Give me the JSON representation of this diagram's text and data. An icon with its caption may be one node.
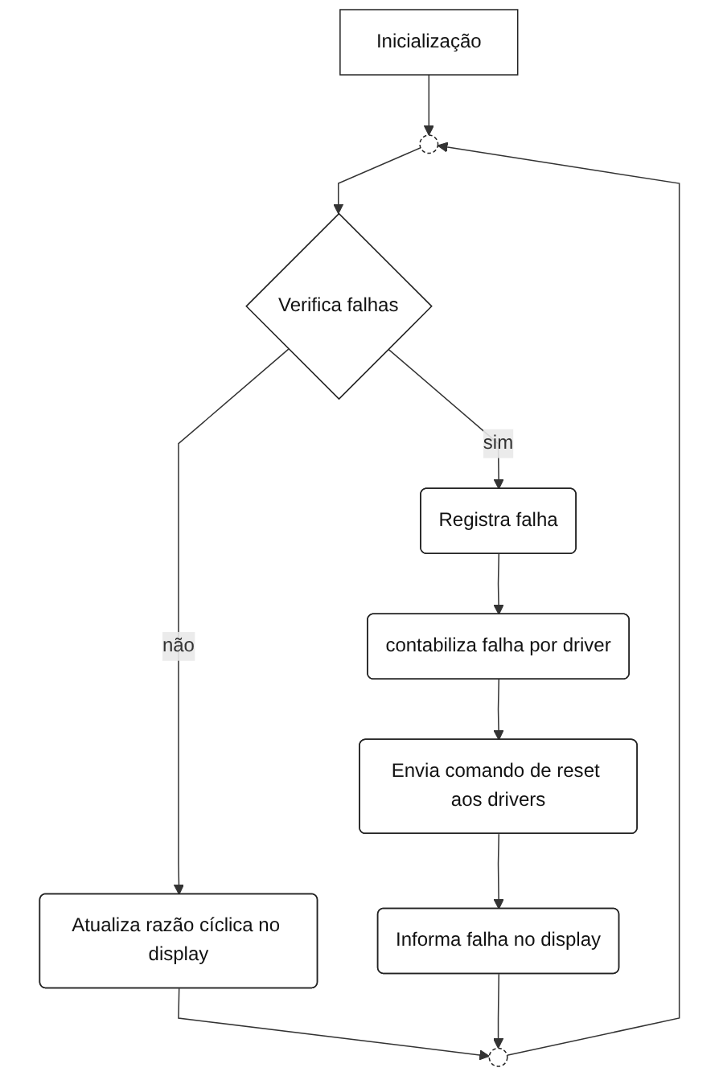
{
  "diagram": {
    "nodes": [
      {
        "text": [
          "Inicialização"
        ]
      },
      {
        "text": [],
        "shape": "circle"
      },
      {
        "text": [
          "Verifica falhas"
        ]
      },
      {
        "text": [
          "Registra falha"
        ]
      },
      {
        "text": [
          "contabiliza falha por driver"
        ]
      },
      {
        "text": [
          "Envia comando de reset aos drivers"
        ]
      },
      {
        "text": [
          "Informa falha no display"
        ]
      },
      {
        "text": [
          "Atualiza razão cíclica no display"
        ]
      },
      {
        "text": [],
        "shape": "circle"
      }
    ],
    "edges": [
      {
        "from": 0,
        "to": 1,
        "arrow": "to"
      },
      {
        "from": 1,
        "to": 2,
        "arrow": "to"
      },
      {
        "from": 2,
        "to": 3,
        "label": "sim",
        "arrow": "to"
      },
      {
        "from": 3,
        "to": 4,
        "arrow": "to"
      },
      {
        "from": 4,
        "to": 5,
        "arrow": "to"
      },
      {
        "from": 5,
        "to": 6,
        "arrow": "to"
      },
      {
        "from": 2,
        "to": 7,
        "label": "não",
        "arrow": "to"
      },
      {
        "from": 7,
        "to": 8,
        "arrow": "to"
      },
      {
        "from": 6,
        "to": 8,
        "arrow": "to"
      },
      {
        "from": 8,
        "to": 1,
        "arrow": "to"
      }
    ]
  }
}
